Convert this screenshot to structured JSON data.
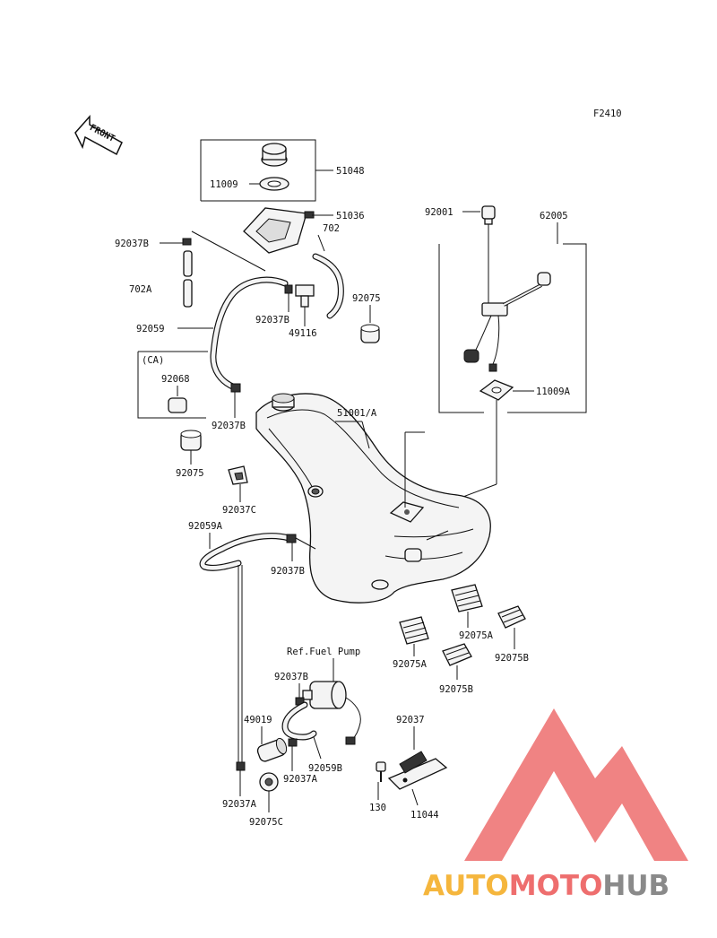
{
  "diagram": {
    "code": "F2410",
    "front_label": "FRONT",
    "group_label": "(CA)",
    "labels": {
      "p51048": "51048",
      "p11009": "11009",
      "p51036": "51036",
      "p92001": "92001",
      "p62005": "62005",
      "p92037B_a": "92037B",
      "p702": "702",
      "p702A": "702A",
      "p92075_a": "92075",
      "p92037B_b": "92037B",
      "p49116": "49116",
      "p92059": "92059",
      "p92068": "92068",
      "p11009A": "11009A",
      "p51001A": "51001/A",
      "p92037B_c": "92037B",
      "p92075_b": "92075",
      "p92037C": "92037C",
      "p92059A": "92059A",
      "p92037B_d": "92037B",
      "p92075A_a": "92075A",
      "p92075B_a": "92075B",
      "p92075A_b": "92075A",
      "p92075B_b": "92075B",
      "ref_fuel_pump": "Ref.Fuel Pump",
      "p92037B_e": "92037B",
      "p49019": "49019",
      "p92037": "92037",
      "p92059B": "92059B",
      "p92037A_a": "92037A",
      "p130": "130",
      "p11044": "11044",
      "p92037A_b": "92037A",
      "p92075C": "92075C"
    }
  },
  "watermark": {
    "part1": "AUTO",
    "part2": "MOTO",
    "part3": "HUB",
    "color_orange": "#f5b63d",
    "color_red": "#ee6e6e",
    "color_gray": "#8a8a8a"
  }
}
